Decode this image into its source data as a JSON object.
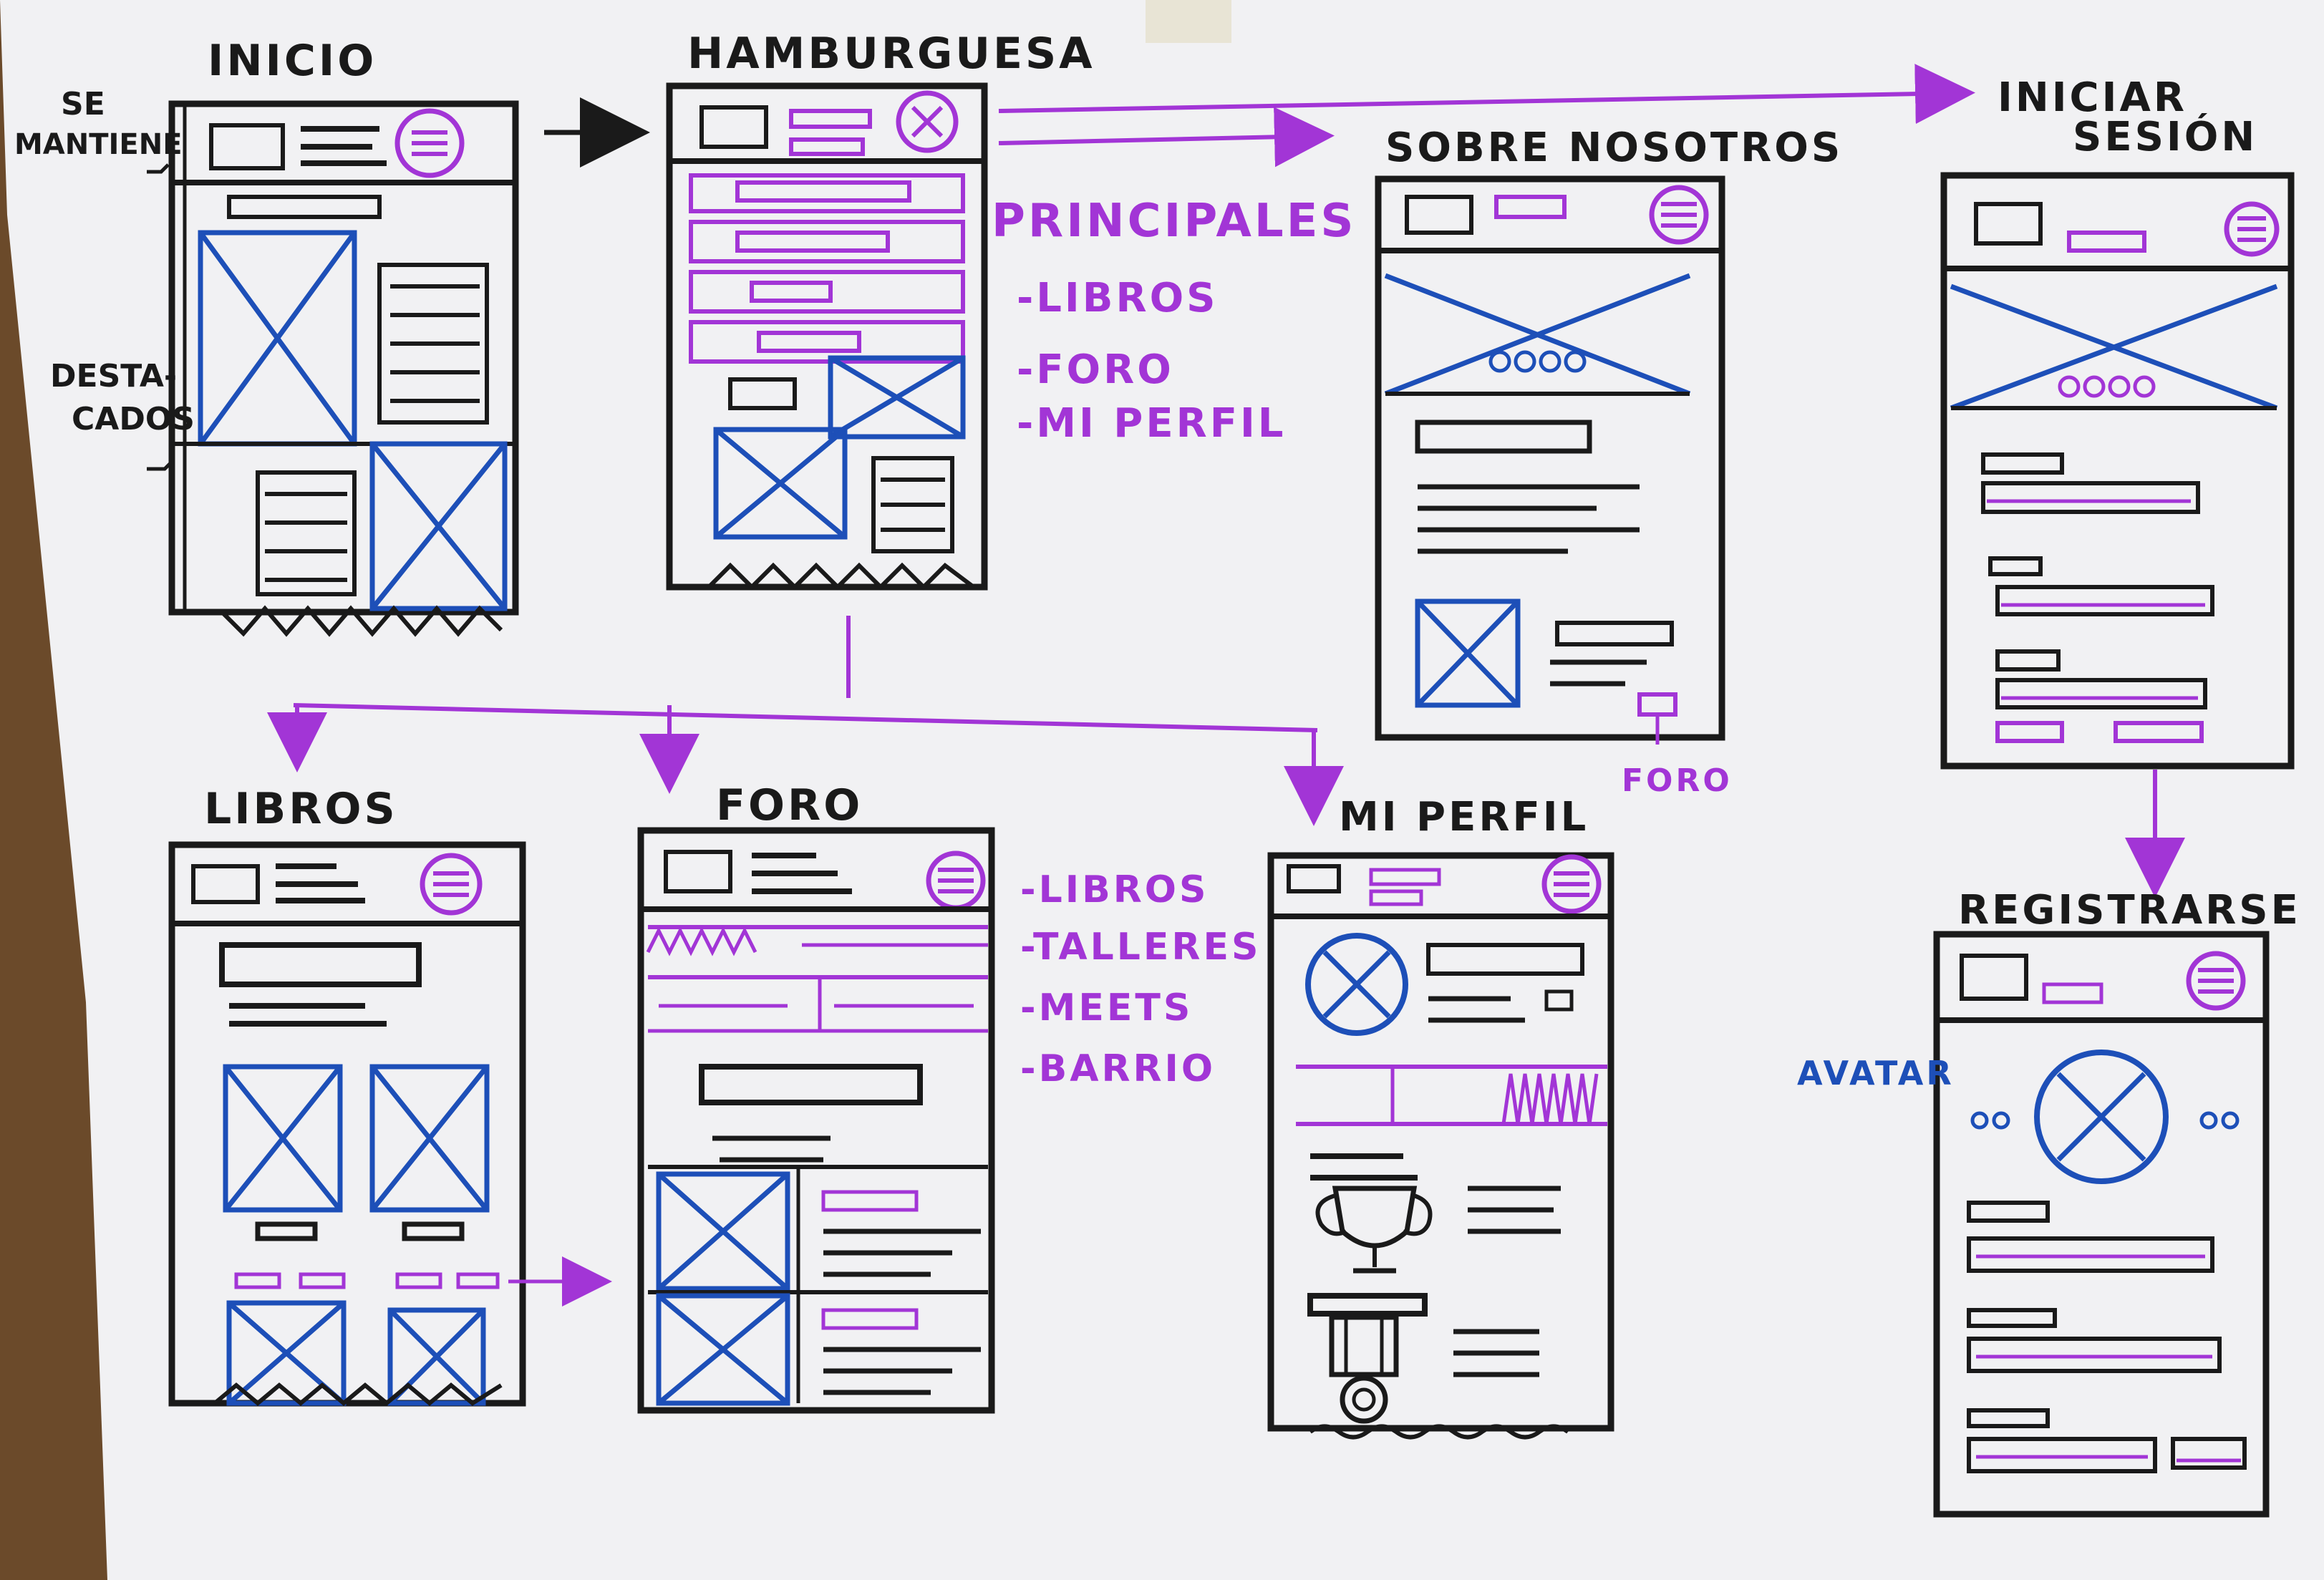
{
  "screens": {
    "inicio": "INICIO",
    "hamburguesa": "HAMBURGUESA",
    "sobre_nosotros": "SOBRE NOSOTROS",
    "iniciar_sesion_1": "INICIAR",
    "iniciar_sesion_2": "SESIÓN",
    "libros": "LIBROS",
    "foro": "FORO",
    "mi_perfil": "MI PERFIL",
    "registrarse": "REGISTRARSE"
  },
  "notes": {
    "se_mantiene_1": "SE",
    "se_mantiene_2": "MANTIENE",
    "destacados_1": "DESTA-",
    "destacados_2": "CADOS",
    "principales": "PRINCIPALES",
    "principales_items": [
      "-LIBROS",
      "-FORO",
      "-MI PERFIL"
    ],
    "foro_items": [
      "-LIBROS",
      "-TALLERES",
      "-MEETS",
      "-BARRIO"
    ],
    "foro_link": "FORO",
    "avatar": "AVATAR"
  },
  "colors": {
    "paper": "#f1f1f3",
    "ink": "#1a1a1a",
    "purple": "#a235d6",
    "blue": "#1d4fb8",
    "wood": "#6b4a2a"
  }
}
